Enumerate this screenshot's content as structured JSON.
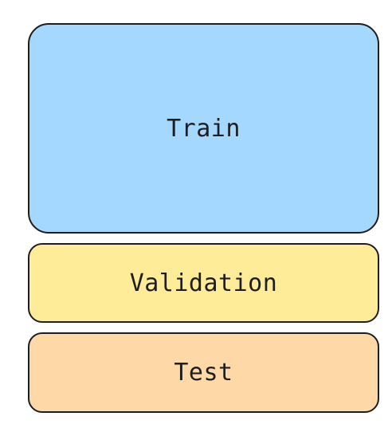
{
  "blocks": {
    "train": {
      "label": "Train",
      "color": "#a5d8ff"
    },
    "validation": {
      "label": "Validation",
      "color": "#ffec99"
    },
    "test": {
      "label": "Test",
      "color": "#ffd8a8"
    }
  },
  "colors": {
    "stroke": "#1e1e1e",
    "background": "#ffffff"
  }
}
